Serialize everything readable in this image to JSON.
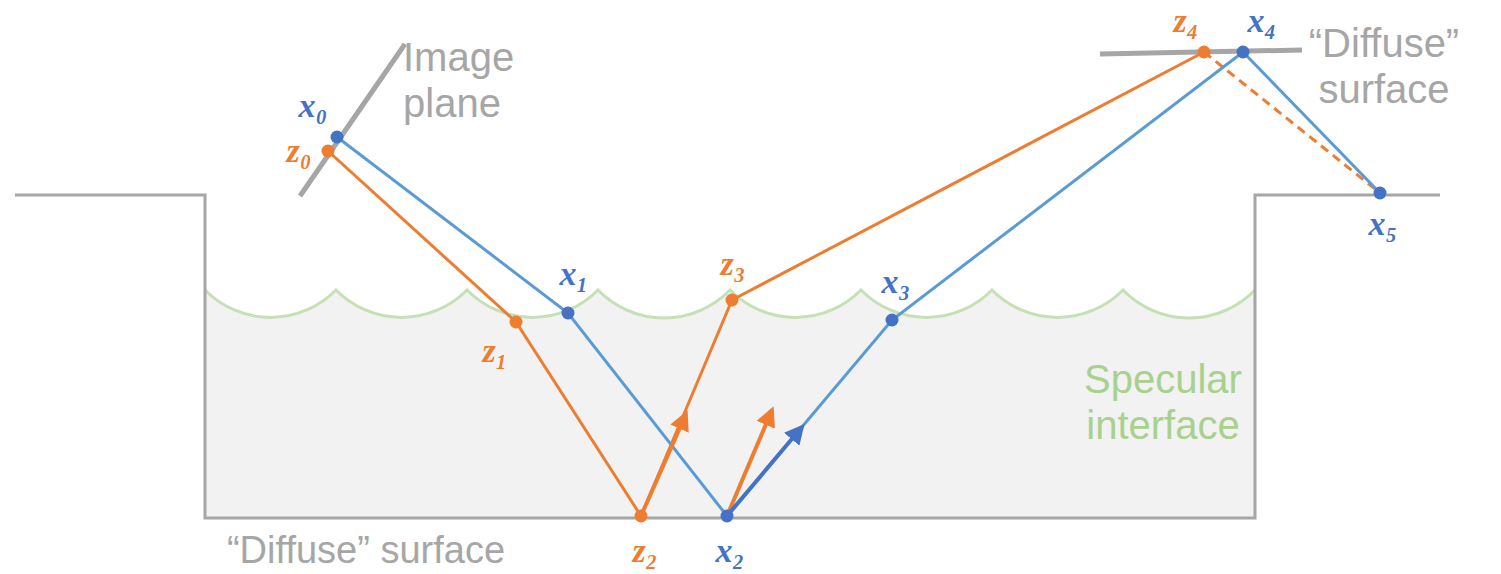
{
  "diagram": {
    "labels": [
      "Image plane",
      "“Diffuse” surface",
      "Specular interface",
      "“Diffuse” surface",
      "x₀",
      "z₀",
      "x₁",
      "z₁",
      "x₂",
      "z₂",
      "x₃",
      "z₃",
      "x₄",
      "z₄",
      "x₅"
    ]
  }
}
